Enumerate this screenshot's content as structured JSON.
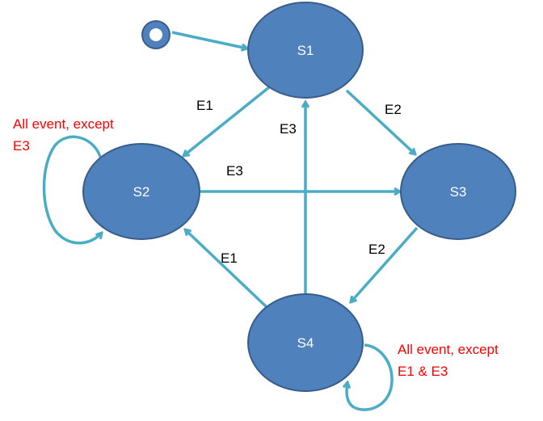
{
  "diagram": {
    "states": {
      "s1": "S1",
      "s2": "S2",
      "s3": "S3",
      "s4": "S4"
    },
    "transitions": {
      "s1_to_s2": "E1",
      "s1_to_s3": "E2",
      "s4_to_s1": "E3",
      "s2_to_s3": "E3",
      "s3_to_s4": "E2",
      "s4_to_s2": "E1"
    },
    "notes": {
      "s2_self_loop": [
        "All event, except",
        "E3"
      ],
      "s4_self_loop": [
        "All event, except",
        "E1 & E3"
      ]
    },
    "colors": {
      "state_fill": "#4f81bd",
      "state_stroke": "#385d8a",
      "edge": "#4bacc6",
      "note": "#ff0000"
    }
  }
}
